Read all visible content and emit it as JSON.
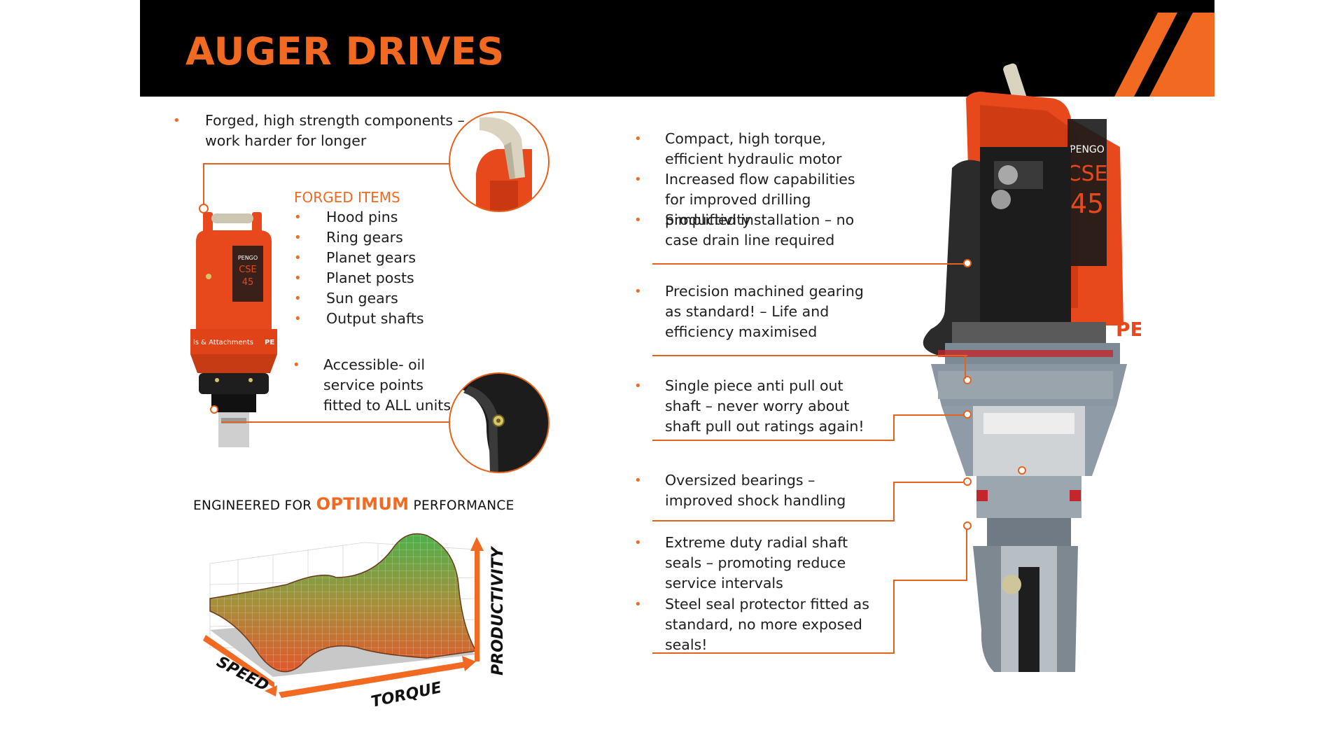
{
  "header": {
    "title": "AUGER DRIVES"
  },
  "left": {
    "bullet_forged": "Forged, high strength components – work harder for longer",
    "forged_items_title": "FORGED ITEMS",
    "forged_items": [
      "Hood pins",
      "Ring gears",
      "Planet gears",
      "Planet posts",
      "Sun gears",
      "Output shafts"
    ],
    "bullet_oil": "Accessible- oil service points fitted to ALL units"
  },
  "small_unit": {
    "brand": "PENGO",
    "model": "CSE",
    "size": "45",
    "band_text": "ls & Attachments",
    "band_brand": "PE"
  },
  "big_unit": {
    "brand": "PENGO",
    "model": "CSE",
    "size": "45",
    "side_text": "PE"
  },
  "performance": {
    "prefix": "ENGINEERED FOR ",
    "highlight": "OPTIMUM",
    "suffix": " PERFORMANCE",
    "axis_speed": "SPEED",
    "axis_torque": "TORQUE",
    "axis_productivity": "PRODUCTIVITY"
  },
  "right": {
    "bullets": [
      "Compact, high torque, efficient hydraulic motor",
      "Increased flow capabilities for improved drilling productivity",
      "Simplified installation – no case drain line required",
      "Precision machined gearing as standard! – Life and efficiency maximised",
      "Single piece anti pull out shaft – never worry about shaft pull out ratings again!",
      "Oversized bearings – improved shock handling",
      "Extreme duty radial shaft seals – promoting reduce service intervals",
      "Steel seal protector fitted as standard, no more exposed seals!"
    ]
  },
  "colors": {
    "accent": "#f26a21",
    "header_bg": "#000000",
    "text": "#1e1e1e"
  }
}
